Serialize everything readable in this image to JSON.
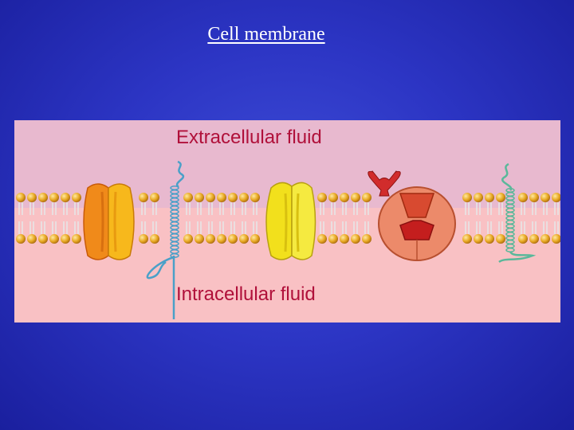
{
  "slide": {
    "title": "Cell membrane"
  },
  "diagram": {
    "extracellular_label": "Extracellular fluid",
    "intracellular_label": "Intracellular fluid",
    "colors": {
      "extracellular": "#e8b9cf",
      "intracellular": "#f9c1c4",
      "phospholipid_head": "#e0a020",
      "protein_orange": "#f08a1a",
      "protein_yellow": "#f2e01c",
      "receptor": "#cc2a2a",
      "channel_blue": "#4aa0c8",
      "channel_teal": "#5ab89a"
    }
  }
}
